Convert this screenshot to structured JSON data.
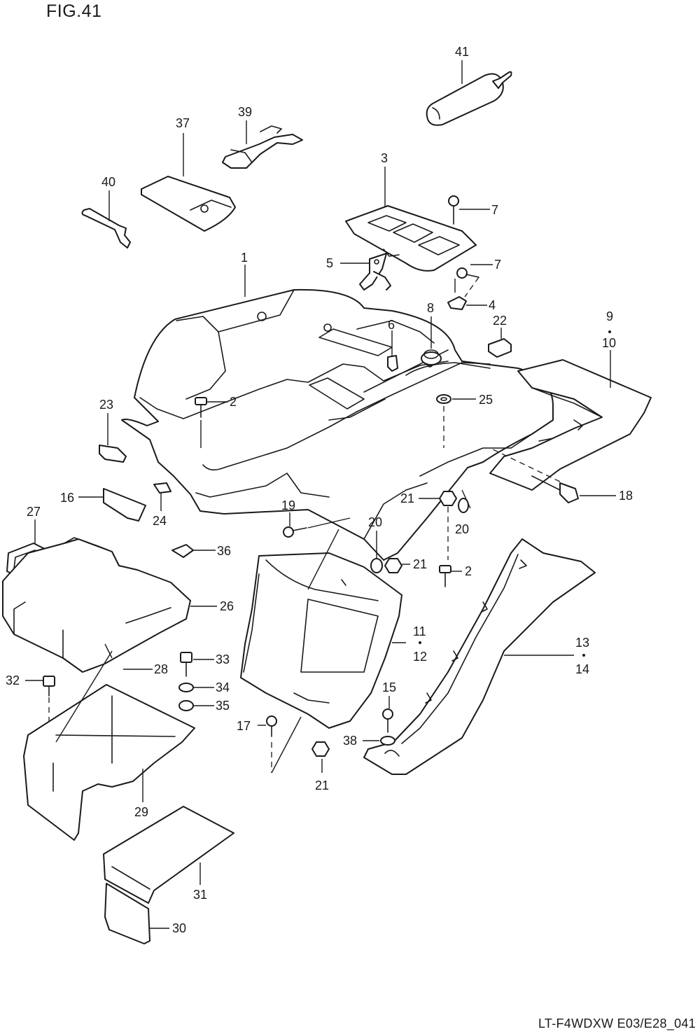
{
  "figure": {
    "title": "FIG.41",
    "code": "LT-F4WDXW E03/E28_041"
  },
  "callouts": [
    {
      "id": "c41",
      "text": "41"
    },
    {
      "id": "c39",
      "text": "39"
    },
    {
      "id": "c37",
      "text": "37"
    },
    {
      "id": "c40",
      "text": "40"
    },
    {
      "id": "c3",
      "text": "3"
    },
    {
      "id": "c7a",
      "text": "7"
    },
    {
      "id": "c7b",
      "text": "7"
    },
    {
      "id": "c5",
      "text": "5"
    },
    {
      "id": "c1",
      "text": "1"
    },
    {
      "id": "c4",
      "text": "4"
    },
    {
      "id": "c8",
      "text": "8"
    },
    {
      "id": "c6",
      "text": "6"
    },
    {
      "id": "c22",
      "text": "22"
    },
    {
      "id": "c9",
      "text": "9"
    },
    {
      "id": "c10",
      "text": "10"
    },
    {
      "id": "c2a",
      "text": "2"
    },
    {
      "id": "c25",
      "text": "25"
    },
    {
      "id": "c23",
      "text": "23"
    },
    {
      "id": "c16",
      "text": "16"
    },
    {
      "id": "c24",
      "text": "24"
    },
    {
      "id": "c27",
      "text": "27"
    },
    {
      "id": "c19",
      "text": "19"
    },
    {
      "id": "c21a",
      "text": "21"
    },
    {
      "id": "c18",
      "text": "18"
    },
    {
      "id": "c20a",
      "text": "20"
    },
    {
      "id": "c20b",
      "text": "20"
    },
    {
      "id": "c36",
      "text": "36"
    },
    {
      "id": "c21b",
      "text": "21"
    },
    {
      "id": "c2b",
      "text": "2"
    },
    {
      "id": "c26",
      "text": "26"
    },
    {
      "id": "c11",
      "text": "11"
    },
    {
      "id": "c12",
      "text": "12"
    },
    {
      "id": "c13",
      "text": "13"
    },
    {
      "id": "c14",
      "text": "14"
    },
    {
      "id": "c33",
      "text": "33"
    },
    {
      "id": "c28",
      "text": "28"
    },
    {
      "id": "c32",
      "text": "32"
    },
    {
      "id": "c34",
      "text": "34"
    },
    {
      "id": "c35",
      "text": "35"
    },
    {
      "id": "c15",
      "text": "15"
    },
    {
      "id": "c17",
      "text": "17"
    },
    {
      "id": "c38",
      "text": "38"
    },
    {
      "id": "c21c",
      "text": "21"
    },
    {
      "id": "c29",
      "text": "29"
    },
    {
      "id": "c31",
      "text": "31"
    },
    {
      "id": "c30",
      "text": "30"
    }
  ]
}
